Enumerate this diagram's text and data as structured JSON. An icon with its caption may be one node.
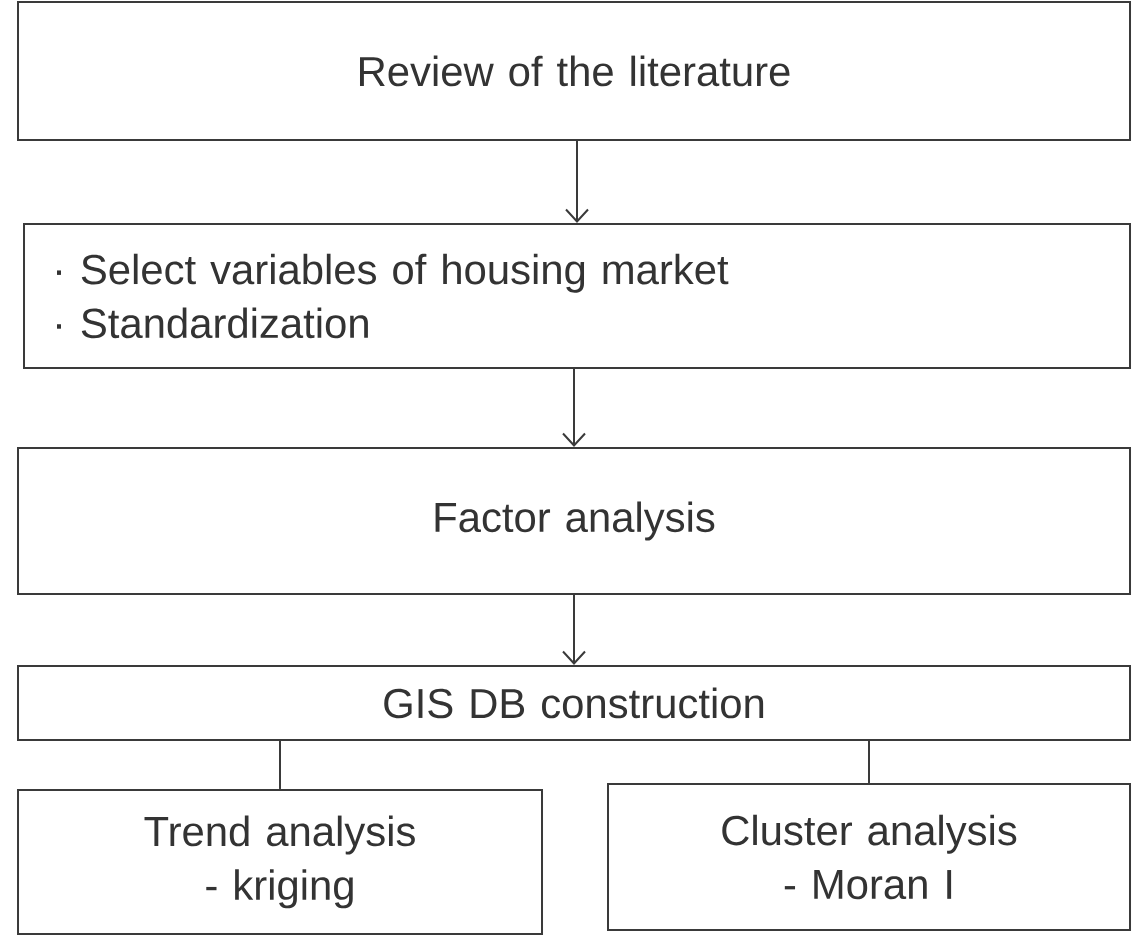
{
  "diagram": {
    "nodes": [
      {
        "text": [
          "Review of the literature"
        ]
      },
      {
        "text": [
          "· Select variables of housing market",
          "· Standardization"
        ]
      },
      {
        "text": [
          "Factor analysis"
        ]
      },
      {
        "text": [
          "GIS DB construction"
        ]
      },
      {
        "text": [
          "Trend analysis",
          "- kriging"
        ]
      },
      {
        "text": [
          "Cluster analysis",
          "- Moran I"
        ]
      }
    ],
    "edges": [
      {
        "from": 0,
        "to": 1,
        "arrow": "to"
      },
      {
        "from": 1,
        "to": 2,
        "arrow": "to"
      },
      {
        "from": 2,
        "to": 3,
        "arrow": "to"
      },
      {
        "from": 3,
        "to": 4,
        "arrow": "none"
      },
      {
        "from": 3,
        "to": 5,
        "arrow": "none"
      }
    ]
  }
}
